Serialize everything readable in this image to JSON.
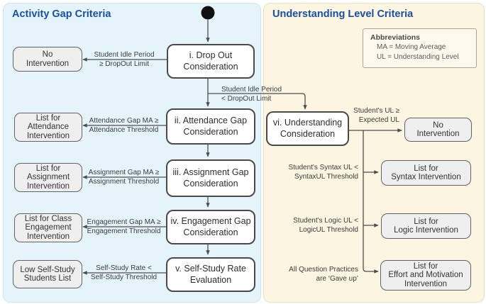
{
  "panels": {
    "left": {
      "title": "Activity Gap Criteria"
    },
    "right": {
      "title": "Understanding Level Criteria"
    }
  },
  "abbreviations": {
    "title": "Abbreviations",
    "items": "MA = Moving Average\nUL = Understanding Level"
  },
  "nodes": {
    "drop_out": "i. Drop Out\nConsideration",
    "attendance": "ii. Attendance Gap\nConsideration",
    "assignment": "iii. Assignment Gap\nConsideration",
    "engagement": "iv. Engagement Gap\nConsideration",
    "self_study": "v. Self-Study Rate\nEvaluation",
    "understanding": "vi. Understanding\nConsideration"
  },
  "results": {
    "no_intervention_left": "No\nIntervention",
    "attendance_list": "List for\nAttendance\nIntervention",
    "assignment_list": "List for\nAssignment\nIntervention",
    "engagement_list": "List for Class\nEngagement\nIntervention",
    "self_study_list": "Low Self-Study\nStudents List",
    "no_intervention_right": "No\nIntervention",
    "syntax_list": "List for\nSyntax Intervention",
    "logic_list": "List for\nLogic Intervention",
    "effort_list": "List for\nEffort and Motivation\nIntervention"
  },
  "edge_labels": {
    "idle_ge": "Student Idle Period\n≥ DropOut Limit",
    "idle_lt": "Student Idle Period\n< DropOut Limit",
    "attendance": "Attendance Gap MA ≥\nAttendance Threshold",
    "assignment": "Assignment Gap MA ≥\nAssignment Threshold",
    "engagement": "Engagement Gap MA ≥\nEngagement Threshold",
    "self_study": "Self-Study Rate <\nSelf-Study Threshold",
    "ul_ge": "Student's UL ≥\nExpected UL",
    "syntax": "Student's Syntax UL <\nSyntaxUL Threshold",
    "logic": "Student's Logic UL <\nLogicUL Threshold",
    "gave_up": "All Question Practices\nare ‘Gave up’"
  },
  "colors": {
    "left_panel_bg": "#e4f4fa",
    "right_panel_bg": "#fcf5e2",
    "title_blue": "#1a4f9f",
    "line_gray": "#4d4d4d",
    "result_box_bg": "#efefef"
  }
}
